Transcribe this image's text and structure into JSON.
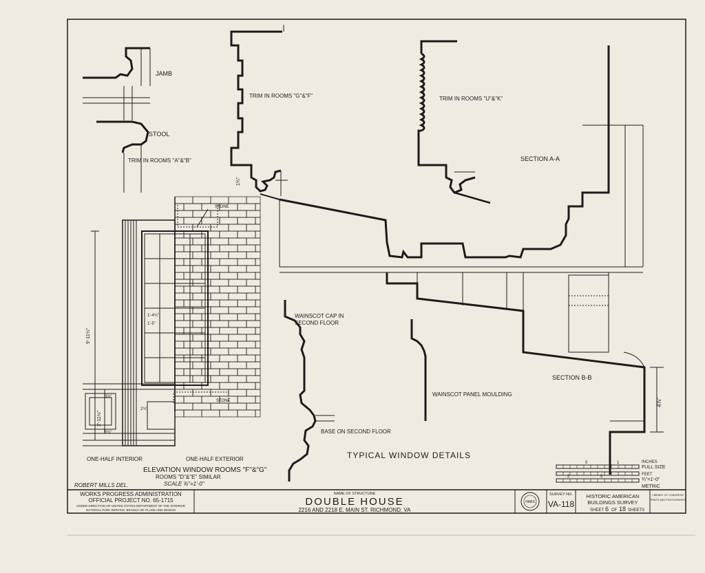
{
  "labels": {
    "jamb": "JAMB",
    "stool": "STOOL",
    "trim_ab": "TRIM IN ROOMS \"A\"&\"B\"",
    "trim_gf": "TRIM IN ROOMS \"G\"&\"F\"",
    "trim_uk": "TRIM IN ROOMS \"U\"&\"K\"",
    "section_aa": "SECTION A-A",
    "section_bb": "SECTION B-B",
    "stone_top": "STONE",
    "stone_bottom": "STONE",
    "wainscot_cap": "WAINSCOT CAP IN",
    "wainscot_cap_2": "SECOND FLOOR",
    "wainscot_panel": "WAINSCOT PANEL MOULDING",
    "base_second": "BASE ON SECOND FLOOR",
    "one_half_interior": "ONE-HALF INTERIOR",
    "one_half_exterior": "ONE-HALF EXTERIOR",
    "elevation_title": "ELEVATION WINDOW ROOMS \"F\"&\"G\"",
    "elevation_sub": "ROOMS \"D\"&\"E\" SIMILAR",
    "elevation_scale": "SCALE ¾\"=1'-0\"",
    "typical_window": "TYPICAL WINDOW DETAILS",
    "robert_mills": "ROBERT MILLS DEL."
  },
  "dimensions": {
    "jamb_dim": "1¾\"",
    "height_main": "9'-11½\"",
    "height_lower": "2'-11½\"",
    "small_1": "3¾\"",
    "small_2": "2¾\"",
    "small_3": "5¾\"",
    "pane_1": "1'-4¾\"",
    "pane_2": "1'-5\"",
    "section_bb_dim": "4⅞\""
  },
  "scale_bar": {
    "inches": "INCHES",
    "full_size": "FULL SIZE",
    "feet": "FEET",
    "feet_scale": "¾\"=1'-0\"",
    "metric": "METRIC",
    "tick_0": "0",
    "tick_1": "1",
    "tick_2": "2",
    "tick_3": "3"
  },
  "title_block": {
    "wpa_line1": "WORKS PROGRESS ADMINISTRATION",
    "wpa_line2": "OFFICIAL PROJECT NO. 65-1715",
    "wpa_line3": "UNDER DIRECTION OF UNITED STATES DEPARTMENT OF THE INTERIOR",
    "wpa_line4": "NATIONAL PARK SERVICE, BRANCH OF PLANS AND DESIGN",
    "name_of_structure_label": "NAME OF STRUCTURE",
    "structure_name": "DOUBLE HOUSE",
    "address": "2216 AND 2218 E. MAIN ST.  RICHMOND, VA",
    "survey_no_label": "SURVEY NO.",
    "survey_no": "VA-118",
    "habs_line1": "HISTORIC AMERICAN",
    "habs_line2": "BUILDINGS SURVEY",
    "sheet_word": "SHEET",
    "sheet_num": "6",
    "of_word": "OF",
    "sheet_total": "18",
    "sheets_word": "SHEETS",
    "library_note": "LIBRARY OF CONGRESS",
    "print_note": "PRINTS AND PHOTOGRAPHS",
    "seal_text": "HABS"
  },
  "colors": {
    "paper": "#efebe1",
    "ink": "#1b1b1b"
  }
}
